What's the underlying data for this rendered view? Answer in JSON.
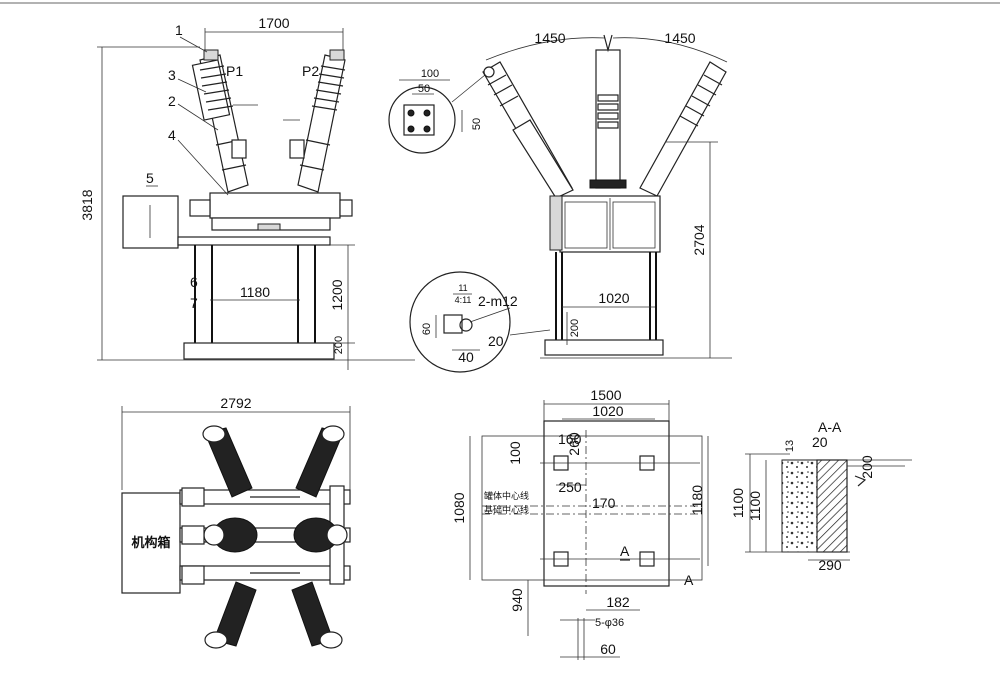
{
  "front_view": {
    "dims": {
      "top_width": "1700",
      "overall_height": "3818",
      "support_height": "1200",
      "base_height": "200",
      "support_spacing": "1180"
    },
    "part_labels": [
      "1",
      "3",
      "2",
      "4",
      "5",
      "6",
      "7"
    ],
    "terminal_labels": [
      "P1",
      "P2"
    ]
  },
  "side_view": {
    "dims": {
      "left_span": "1450",
      "right_span": "1450",
      "height": "2704",
      "support_spacing": "1020",
      "base_height": "200"
    }
  },
  "terminal_detail": {
    "dims": {
      "width": "100",
      "pitch_h": "50",
      "pitch_v": "50"
    }
  },
  "bolt_detail": {
    "scale_top": "11",
    "scale_bottom": "4:11",
    "labels": {
      "bolt": "2-m12",
      "height": "60",
      "offset": "20",
      "width": "40"
    }
  },
  "plan_view": {
    "dims": {
      "overall_width": "2792"
    },
    "mechanism_box_label": "机构箱"
  },
  "foundation_plan": {
    "dims": {
      "outer_width": "1500",
      "inner_width": "1020",
      "outer_height": "1080",
      "inner_height": "1180",
      "d100": "100",
      "d160": "160",
      "d260": "260",
      "d250": "250",
      "d170": "170",
      "d940": "940",
      "d182": "182",
      "hole_spec": "5-φ36",
      "d60": "60"
    },
    "centerline_labels": [
      "罐体中心线",
      "基础中心线"
    ],
    "section_marks": [
      "A",
      "A"
    ]
  },
  "section_aa": {
    "title": "A-A",
    "dims": {
      "d13": "13",
      "d20": "20",
      "d200": "200",
      "h1": "1100",
      "h2": "1100",
      "w": "290"
    }
  }
}
